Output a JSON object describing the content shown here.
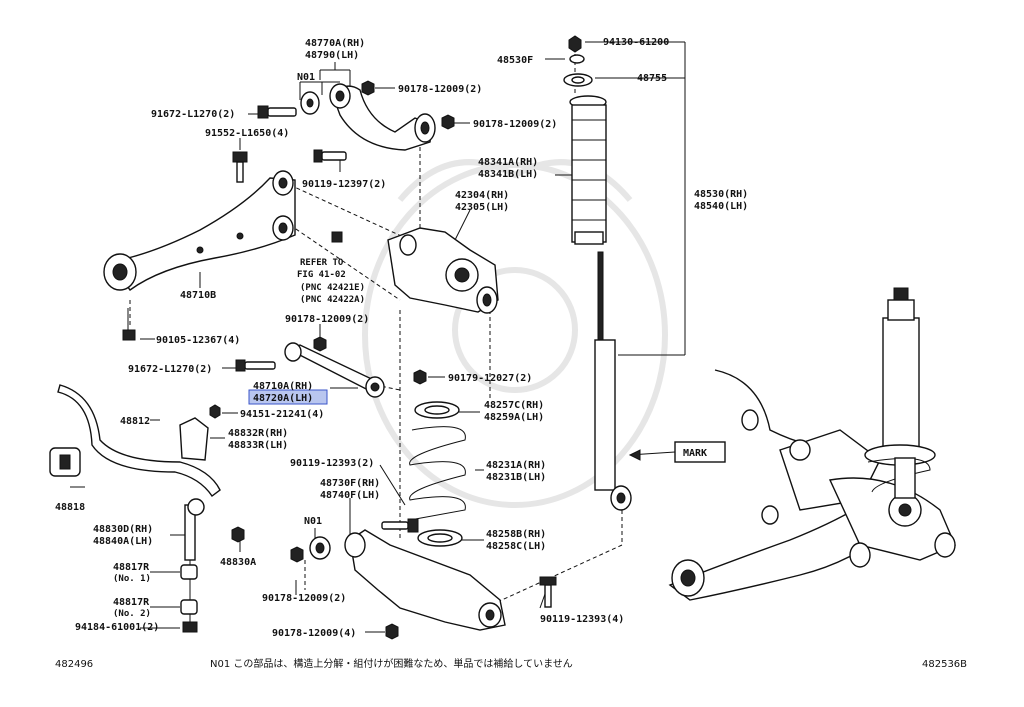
{
  "labels": {
    "p48770a": "48770A(RH)",
    "p48790": "48790(LH)",
    "n01_top": "N01",
    "p90178_a": "90178-12009(2)",
    "p91672_a": "91672-L1270(2)",
    "p90178_b": "90178-12009(2)",
    "p91552": "91552-L1650(4)",
    "p90119_a": "90119-12397(2)",
    "p42304": "42304(RH)",
    "p42305": "42305(LH)",
    "refer1": "REFER TO",
    "refer2": "FIG 41-02",
    "refer3": "(PNC 42421E)",
    "refer4": "(PNC 42422A)",
    "p48710b": "48710B",
    "p90105": "90105-12367(4)",
    "p90178_c": "90178-12009(2)",
    "p91672_b": "91672-L1270(2)",
    "p48710a": "48710A(RH)",
    "p48720a": "48720A(LH)",
    "p90179": "90179-12027(2)",
    "p94151": "94151-21241(4)",
    "p48812": "48812",
    "p48832r": "48832R(RH)",
    "p48833r": "48833R(LH)",
    "p48257c": "48257C(RH)",
    "p48259a": "48259A(LH)",
    "p90119_b": "90119-12393(2)",
    "p48231a": "48231A(RH)",
    "p48231b": "48231B(LH)",
    "p48730f": "48730F(RH)",
    "p48740f": "48740F(LH)",
    "p48818": "48818",
    "n01_bot": "N01",
    "p48830d": "48830D(RH)",
    "p48840a": "48840A(LH)",
    "p48830a": "48830A",
    "p48258b": "48258B(RH)",
    "p48258c": "48258C(LH)",
    "p48817r_1": "48817R",
    "no1": "(No. 1)",
    "p90178_d": "90178-12009(2)",
    "p48817r_2": "48817R",
    "no2": "(No. 2)",
    "p94184": "94184-61001(2)",
    "p90119_c": "90119-12393(4)",
    "p90178_e": "90178-12009(4)",
    "p94130": "94130-61200",
    "p48530f": "48530F",
    "p48755": "48755",
    "p48341a": "48341A(RH)",
    "p48341b": "48341B(LH)",
    "p48530": "48530(RH)",
    "p48540": "48540(LH)",
    "mark": "MARK"
  },
  "footer": {
    "left_code": "482496",
    "note": "N01 この部品は、構造上分解・組付けが困難なため、単品では補給していません",
    "right_code": "482536B"
  },
  "colors": {
    "highlight": "#b9c6ef",
    "line": "#111111"
  }
}
